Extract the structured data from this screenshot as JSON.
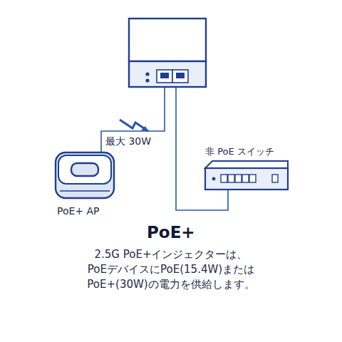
{
  "diagram": {
    "title": "PoE+",
    "caption": "2.5G PoE+インジェクターは、 PoEデバイスにPoE(15.4W)または PoE+(30W)の電力を供給します。",
    "nodes": [
      {
        "text": [
          "PoE+ AP"
        ]
      },
      {
        "text": [
          "非 PoE スイッチ"
        ]
      }
    ],
    "labels": [
      "最大 30W"
    ]
  }
}
